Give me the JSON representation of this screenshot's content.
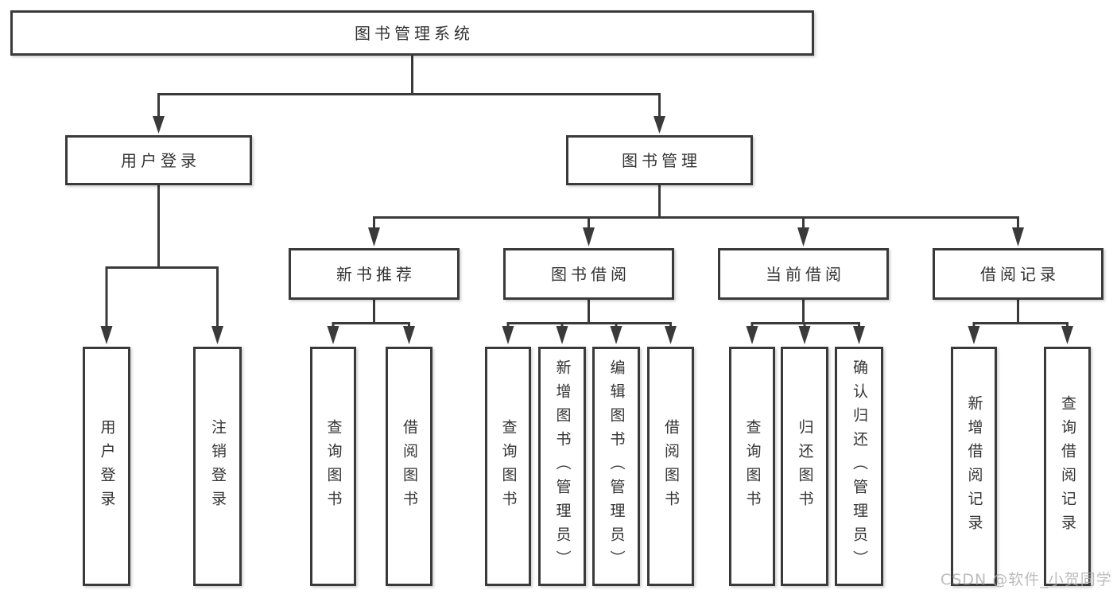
{
  "diagram_title": "图书管理系统",
  "nodes": {
    "root": "图书管理系统",
    "user_login": "用户登录",
    "book_management": "图书管理",
    "new_book_recommend": "新书推荐",
    "book_borrow": "图书借阅",
    "current_borrow": "当前借阅",
    "borrow_records": "借阅记录"
  },
  "leaves": {
    "user_login_leaf": "用户登录",
    "logout": "注销登录",
    "query_book_recommend": "查询图书",
    "borrow_book_recommend": "借阅图书",
    "query_book_borrow": "查询图书",
    "add_book_admin": "新增图书（管理员）",
    "edit_book_admin": "编辑图书（管理员）",
    "borrow_book": "借阅图书",
    "query_book_current": "查询图书",
    "return_book": "归还图书",
    "confirm_return_admin": "确认归还（管理员）",
    "add_borrow_record": "新增借阅记录",
    "query_borrow_record": "查询借阅记录"
  },
  "watermark": "CSDN @软件_小贺同学",
  "colors": {
    "line": "#3a3a3a",
    "text": "#333333",
    "watermark": "#adadad",
    "background": "#ffffff"
  }
}
